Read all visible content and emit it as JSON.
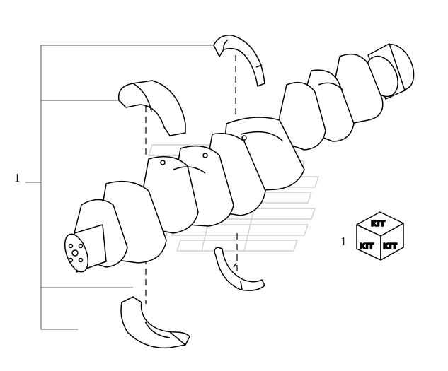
{
  "callouts": {
    "assembly_ref": "1",
    "kit_ref": "1"
  },
  "kit_icon": {
    "top_label": "KIT",
    "left_label": "KIT",
    "right_label": "KIT"
  },
  "colors": {
    "line": "#000000",
    "leader": "#555555",
    "background": "#ffffff"
  },
  "icons": [
    "crankshaft-drawing",
    "main-bearing-shell-icon",
    "thrust-washer-icon",
    "kit-box-icon"
  ]
}
